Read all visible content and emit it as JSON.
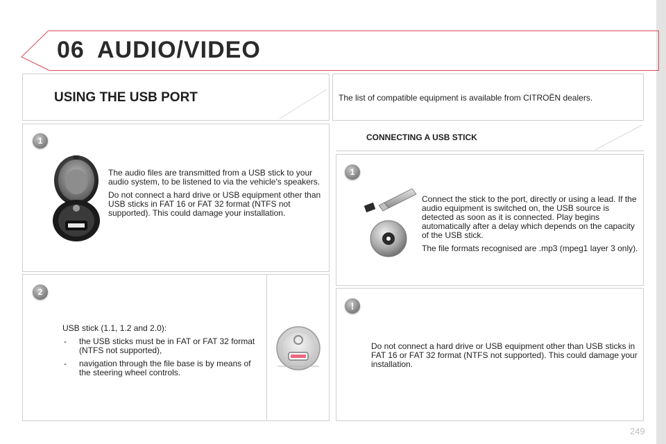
{
  "header": {
    "chapter_number": "06",
    "chapter_title": "AUDIO/VIDEO"
  },
  "section": {
    "title": "USING THE USB PORT",
    "compatibility_note": "The list of compatible equipment is available from CITROËN dealers."
  },
  "left_panel_1": {
    "badge": "1",
    "paragraphs": [
      "The audio files are transmitted from a USB stick to your audio system, to be listened to via the vehicle's speakers.",
      "Do not connect a hard drive or USB equipment other than USB sticks in FAT 16 or FAT 32 format (NTFS not supported). This could damage your installation."
    ]
  },
  "left_panel_2": {
    "badge": "2",
    "intro": "USB stick (1.1, 1.2 and 2.0):",
    "bullets": [
      "the USB sticks must be in FAT or FAT 32 format (NTFS not supported),",
      "navigation through the file base is by means of the steering wheel controls."
    ]
  },
  "right_panel_1": {
    "subsection_title": "CONNECTING A USB STICK",
    "badge": "1",
    "paragraphs": [
      "Connect the stick to the port, directly or using a lead. If the audio equipment is switched on, the USB source is detected as soon as it is connected. Play begins automatically after a delay which depends on the capacity of the USB stick.",
      "The file formats recognised are .mp3 (mpeg1 layer 3 only)."
    ]
  },
  "right_panel_2": {
    "badge": "!",
    "warning": "Do not connect a hard drive or USB equipment other than USB sticks in FAT 16 or FAT 32 format (NTFS not supported). This could damage your installation."
  },
  "footer": {
    "page_number": "249"
  },
  "colors": {
    "accent_red": "#d84a5a",
    "badge_grey": "#7c7c7c",
    "border_grey": "#cfcfcf"
  },
  "icons": [
    "usb-port-icon",
    "usb-stick-icon",
    "cd-disc-icon",
    "usb-socket-icon"
  ]
}
